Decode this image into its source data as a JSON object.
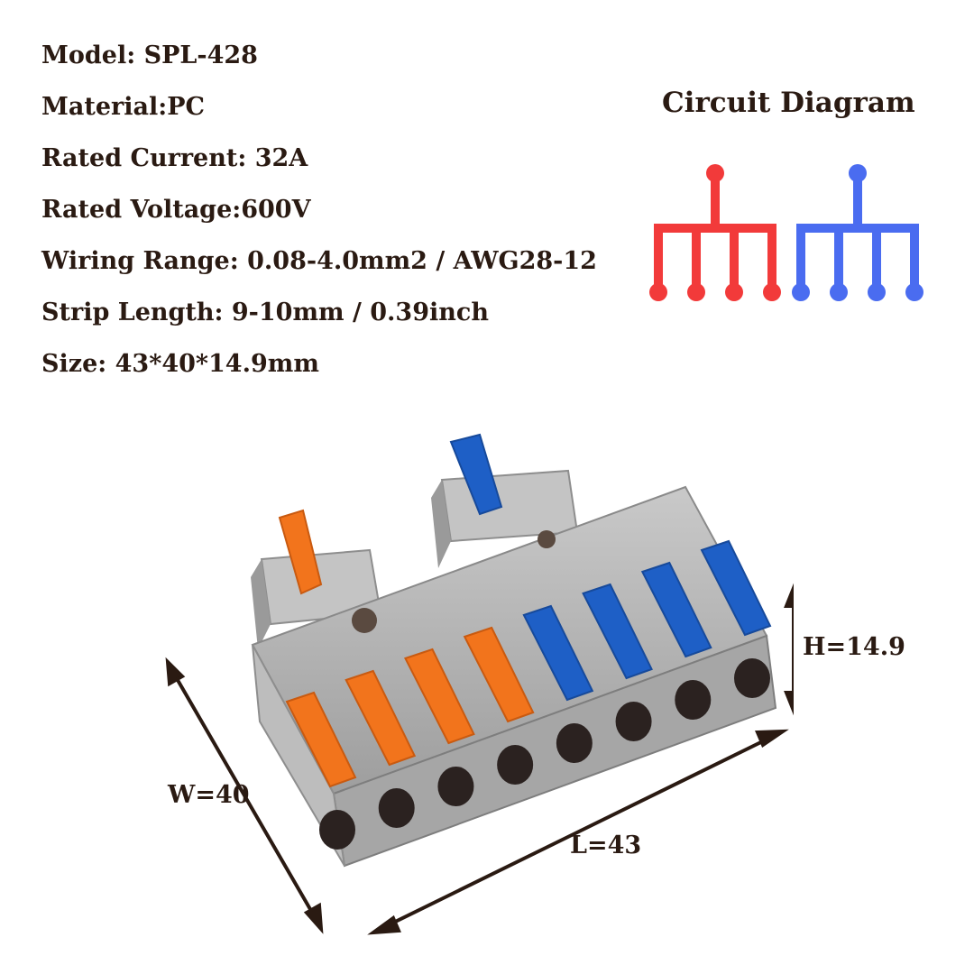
{
  "specs": [
    "Model:  SPL-428",
    "Material:PC",
    "Rated Current: 32A",
    "Rated Voltage:600V",
    "Wiring Range: 0.08-4.0mm2 / AWG28-12",
    "Strip Length: 9-10mm / 0.39inch",
    "Size: 43*40*14.9mm"
  ],
  "circuit": {
    "title": "Circuit Diagram",
    "red_color": "#f23a3a",
    "blue_color": "#4a6cf0"
  },
  "product": {
    "body_color": "#b9b9b9",
    "orange_lever_color": "#f2741c",
    "blue_lever_color": "#1e5fc6",
    "inputs": {
      "orange": 1,
      "blue": 1
    },
    "outputs": {
      "orange": 4,
      "blue": 4
    }
  },
  "dimensions": {
    "height": "H=14.9",
    "width": "W=40",
    "length": "L=43"
  }
}
